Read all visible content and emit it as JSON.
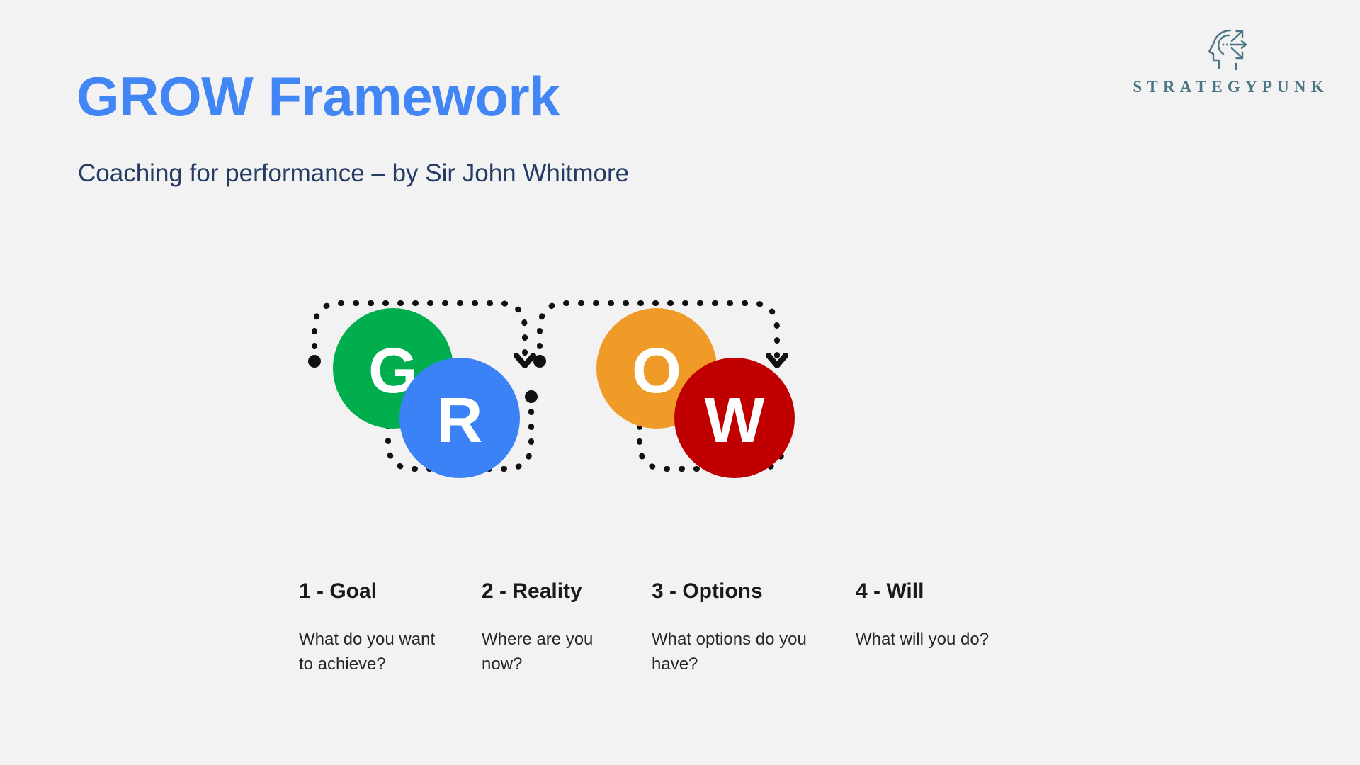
{
  "page": {
    "background_color": "#f2f2f2",
    "title": "GROW Framework",
    "title_color": "#4285f4",
    "subtitle": "Coaching for performance – by Sir John Whitmore",
    "subtitle_color": "#243b63"
  },
  "logo": {
    "icon_name": "head-profile-arrows-icon",
    "wordmark": "STRATEGYPUNK",
    "color": "#4a7585"
  },
  "diagram": {
    "type": "cycle-flow",
    "arrow_style": "dotted",
    "arrow_color": "#111111",
    "nodes": [
      {
        "letter": "G",
        "color": "#00ae4d",
        "label": "Goal",
        "position": "upper"
      },
      {
        "letter": "R",
        "color": "#3b82f6",
        "label": "Reality",
        "position": "lower"
      },
      {
        "letter": "O",
        "color": "#f09a28",
        "label": "Options",
        "position": "upper"
      },
      {
        "letter": "W",
        "color": "#c00000",
        "label": "Will",
        "position": "lower"
      }
    ]
  },
  "captions": [
    {
      "heading": "1 - Goal",
      "body": "What do you want to achieve?"
    },
    {
      "heading": "2 - Reality",
      "body": "Where are you now?"
    },
    {
      "heading": "3 - Options",
      "body": "What options do you have?"
    },
    {
      "heading": "4 - Will",
      "body": "What will you do?"
    }
  ]
}
